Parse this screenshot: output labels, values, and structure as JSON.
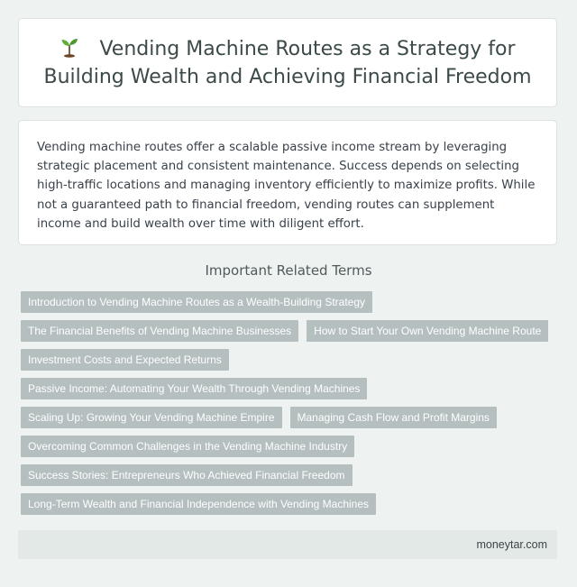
{
  "header": {
    "icon": "sprout-icon",
    "title": "Vending Machine Routes as a Strategy for Building Wealth and Achieving Financial Freedom"
  },
  "summary": {
    "text": "Vending machine routes offer a scalable passive income stream by leveraging strategic placement and consistent maintenance. Success depends on selecting high-traffic locations and managing inventory efficiently to maximize profits. While not a guaranteed path to financial freedom, vending routes can supplement income and build wealth over time with diligent effort."
  },
  "related": {
    "heading": "Important Related Terms",
    "rows": [
      [
        "Introduction to Vending Machine Routes as a Wealth-Building Strategy"
      ],
      [
        "The Financial Benefits of Vending Machine Businesses",
        "How to Start Your Own Vending Machine Route"
      ],
      [
        "Investment Costs and Expected Returns"
      ],
      [
        "Passive Income: Automating Your Wealth Through Vending Machines"
      ],
      [
        "Scaling Up: Growing Your Vending Machine Empire",
        "Managing Cash Flow and Profit Margins"
      ],
      [
        "Overcoming Common Challenges in the Vending Machine Industry"
      ],
      [
        "Success Stories: Entrepreneurs Who Achieved Financial Freedom"
      ],
      [
        "Long-Term Wealth and Financial Independence with Vending Machines"
      ]
    ]
  },
  "footer": {
    "site": "moneytar.com"
  },
  "colors": {
    "background": "#eef2f1",
    "card": "#ffffff",
    "tag": "#b5bfc0",
    "footer": "#e3e9e7"
  }
}
